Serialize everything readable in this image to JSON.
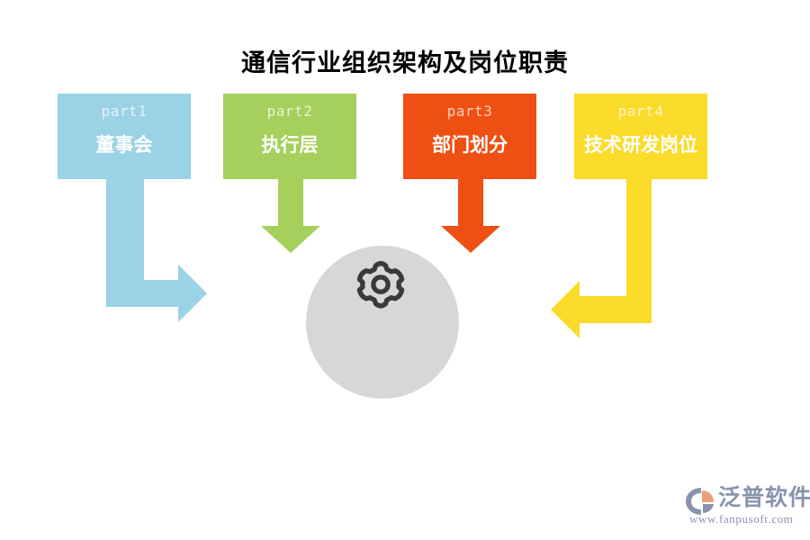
{
  "title": "通信行业组织架构及岗位职责",
  "cards": [
    {
      "part": "part1",
      "name": "董事会",
      "color": "#9AD2E6"
    },
    {
      "part": "part2",
      "name": "执行层",
      "color": "#A5D05C"
    },
    {
      "part": "part3",
      "name": "部门划分",
      "color": "#EE5013"
    },
    {
      "part": "part4",
      "name": "技术研发岗位",
      "color": "#FADB2A"
    }
  ],
  "arrows": [
    {
      "id": "arrow-part1",
      "color": "#9AD2E6",
      "direction": "down-then-right"
    },
    {
      "id": "arrow-part2",
      "color": "#A5D05C",
      "direction": "down"
    },
    {
      "id": "arrow-part3",
      "color": "#EE5013",
      "direction": "down"
    },
    {
      "id": "arrow-part4",
      "color": "#FADB2A",
      "direction": "down-then-left"
    }
  ],
  "center": {
    "icon": "gear-icon",
    "circle_color": "#D7D7D7",
    "icon_color": "#3A3A3A"
  },
  "logo": {
    "name": "泛普软件",
    "url": "www.fanpusoft.com",
    "mark_color_primary": "#8894AE",
    "mark_color_accent": "#E8A07C",
    "text_color": "#8894AE"
  }
}
